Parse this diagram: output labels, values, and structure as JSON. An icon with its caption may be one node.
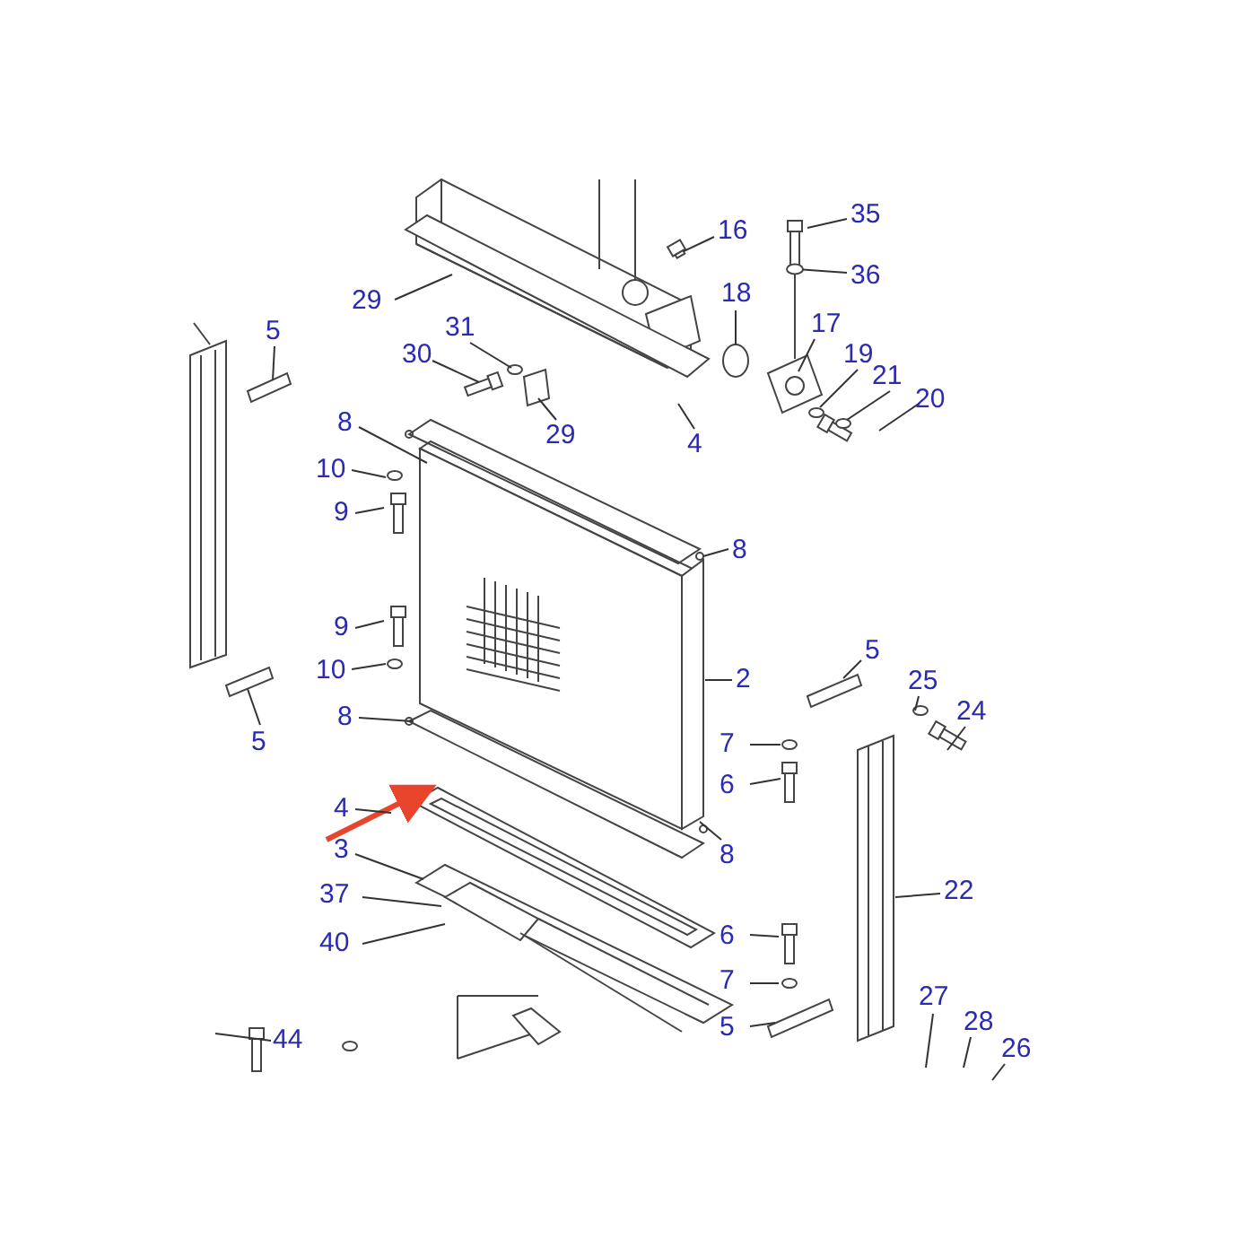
{
  "diagram": {
    "nodes": [
      {
        "text": [
          "35"
        ]
      },
      {
        "text": [
          "16"
        ]
      },
      {
        "text": [
          "36"
        ]
      },
      {
        "text": [
          "18"
        ]
      },
      {
        "text": [
          "29"
        ]
      },
      {
        "text": [
          "17"
        ]
      },
      {
        "text": [
          "5"
        ]
      },
      {
        "text": [
          "31"
        ]
      },
      {
        "text": [
          "19"
        ]
      },
      {
        "text": [
          "30"
        ]
      },
      {
        "text": [
          "21"
        ]
      },
      {
        "text": [
          "20"
        ]
      },
      {
        "text": [
          "8"
        ]
      },
      {
        "text": [
          "29"
        ]
      },
      {
        "text": [
          "4"
        ]
      },
      {
        "text": [
          "10"
        ]
      },
      {
        "text": [
          "9"
        ]
      },
      {
        "text": [
          "8"
        ]
      },
      {
        "text": [
          "9"
        ]
      },
      {
        "text": [
          "5"
        ]
      },
      {
        "text": [
          "10"
        ]
      },
      {
        "text": [
          "2"
        ]
      },
      {
        "text": [
          "25"
        ]
      },
      {
        "text": [
          "24"
        ]
      },
      {
        "text": [
          "8"
        ]
      },
      {
        "text": [
          "5"
        ]
      },
      {
        "text": [
          "7"
        ]
      },
      {
        "text": [
          "6"
        ]
      },
      {
        "text": [
          "4"
        ]
      },
      {
        "text": [
          "3"
        ]
      },
      {
        "text": [
          "8"
        ]
      },
      {
        "text": [
          "22"
        ]
      },
      {
        "text": [
          "37"
        ]
      },
      {
        "text": [
          "40"
        ]
      },
      {
        "text": [
          "6"
        ]
      },
      {
        "text": [
          "7"
        ]
      },
      {
        "text": [
          "27"
        ]
      },
      {
        "text": [
          "28"
        ]
      },
      {
        "text": [
          "5"
        ]
      },
      {
        "text": [
          "44"
        ]
      },
      {
        "text": [
          "26"
        ]
      },
      {
        "text": [],
        "shape": "circle"
      }
    ],
    "edges": [
      {
        "from": 0,
        "to": null,
        "arrow": "none"
      },
      {
        "from": 1,
        "to": null,
        "arrow": "none"
      },
      {
        "from": 2,
        "to": 41,
        "arrow": "none"
      },
      {
        "from": 3,
        "to": null,
        "arrow": "none"
      },
      {
        "from": 4,
        "to": null,
        "arrow": "none"
      },
      {
        "from": 5,
        "to": null,
        "arrow": "none"
      },
      {
        "from": 6,
        "to": null,
        "arrow": "none"
      },
      {
        "from": 7,
        "to": null,
        "arrow": "none"
      },
      {
        "from": 8,
        "to": null,
        "arrow": "none"
      },
      {
        "from": 9,
        "to": null,
        "arrow": "none"
      },
      {
        "from": 10,
        "to": null,
        "arrow": "none"
      },
      {
        "from": 11,
        "to": null,
        "arrow": "none"
      },
      {
        "from": 12,
        "to": null,
        "arrow": "none"
      },
      {
        "from": 13,
        "to": null,
        "arrow": "none"
      },
      {
        "from": 14,
        "to": null,
        "arrow": "none"
      },
      {
        "from": 15,
        "to": null,
        "arrow": "none"
      },
      {
        "from": 16,
        "to": null,
        "arrow": "none"
      },
      {
        "from": 17,
        "to": null,
        "arrow": "none"
      },
      {
        "from": 18,
        "to": null,
        "arrow": "none"
      },
      {
        "from": 19,
        "to": null,
        "arrow": "none"
      },
      {
        "from": 20,
        "to": null,
        "arrow": "none"
      },
      {
        "from": 21,
        "to": null,
        "arrow": "none"
      },
      {
        "from": 22,
        "to": null,
        "arrow": "none"
      },
      {
        "from": 23,
        "to": null,
        "arrow": "none"
      },
      {
        "from": 24,
        "to": null,
        "arrow": "none"
      },
      {
        "from": 25,
        "to": null,
        "arrow": "none"
      },
      {
        "from": 26,
        "to": null,
        "arrow": "none"
      },
      {
        "from": 27,
        "to": null,
        "arrow": "none"
      },
      {
        "from": 28,
        "to": null,
        "arrow": "none"
      },
      {
        "from": 29,
        "to": null,
        "arrow": "none"
      },
      {
        "from": 30,
        "to": null,
        "arrow": "none"
      },
      {
        "from": 31,
        "to": null,
        "arrow": "none"
      },
      {
        "from": 32,
        "to": null,
        "arrow": "none"
      },
      {
        "from": 33,
        "to": null,
        "arrow": "none"
      },
      {
        "from": 34,
        "to": null,
        "arrow": "none"
      },
      {
        "from": 35,
        "to": null,
        "arrow": "none"
      },
      {
        "from": 36,
        "to": null,
        "arrow": "none"
      },
      {
        "from": 37,
        "to": null,
        "arrow": "none"
      },
      {
        "from": 38,
        "to": null,
        "arrow": "none"
      },
      {
        "from": 39,
        "to": null,
        "arrow": "none"
      },
      {
        "from": 40,
        "to": null,
        "arrow": "none"
      }
    ]
  }
}
